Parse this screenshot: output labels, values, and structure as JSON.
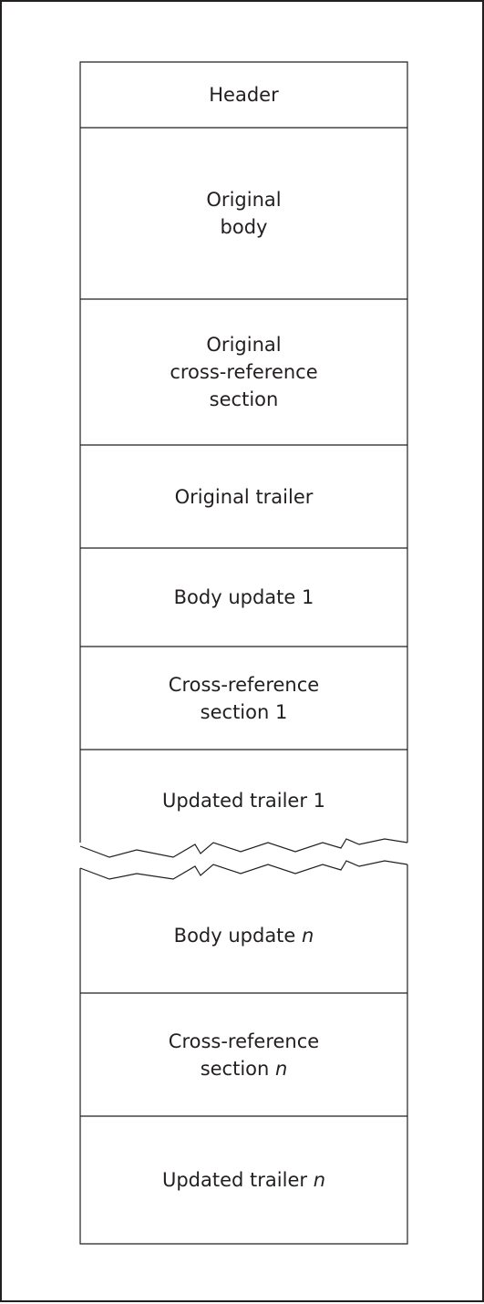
{
  "colors": {
    "line": "#231f20",
    "text": "#231f20",
    "background": "#ffffff"
  },
  "blocks": [
    {
      "lines": [
        "Header"
      ]
    },
    {
      "lines": [
        "Original",
        "body"
      ]
    },
    {
      "lines": [
        "Original",
        "cross-reference",
        "section"
      ]
    },
    {
      "lines": [
        "Original trailer"
      ]
    },
    {
      "lines": [
        "Body update 1"
      ]
    },
    {
      "lines": [
        "Cross-reference",
        "section 1"
      ]
    },
    {
      "lines": [
        "Updated trailer 1"
      ]
    },
    {
      "prefix": "Body update ",
      "var": "n"
    },
    {
      "prefix_lines": [
        "Cross-reference"
      ],
      "prefix": "section ",
      "var": "n"
    },
    {
      "prefix": "Updated trailer ",
      "var": "n"
    }
  ]
}
